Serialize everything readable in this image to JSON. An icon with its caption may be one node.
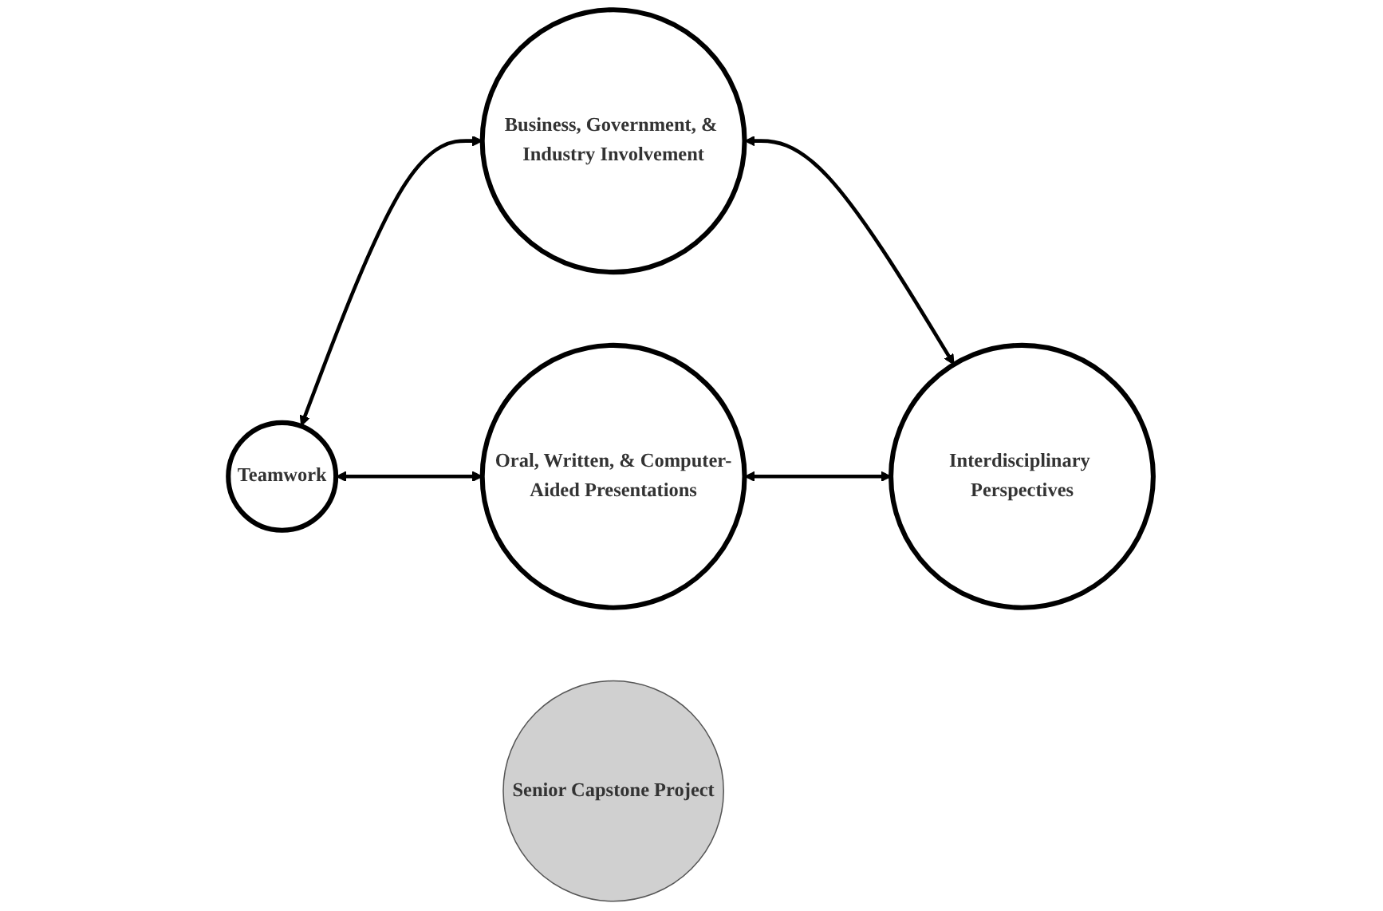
{
  "diagram": {
    "nodes": [
      {
        "text": [
          "Teamwork"
        ]
      },
      {
        "text": [
          "Business, Government, & Industry Involvement"
        ]
      },
      {
        "text": [
          "Senior Capstone Project"
        ]
      },
      {
        "text": [
          "Oral, Written, & Computer-Aided Presentations"
        ]
      },
      {
        "text": [
          "Interdisciplinary Perspectives"
        ]
      }
    ],
    "edges": [
      {
        "from": 0,
        "to": 1,
        "arrow": "both"
      },
      {
        "from": 0,
        "to": 3,
        "arrow": "both"
      },
      {
        "from": 1,
        "to": 4,
        "arrow": "both"
      },
      {
        "from": 3,
        "to": 4,
        "arrow": "both"
      }
    ]
  }
}
